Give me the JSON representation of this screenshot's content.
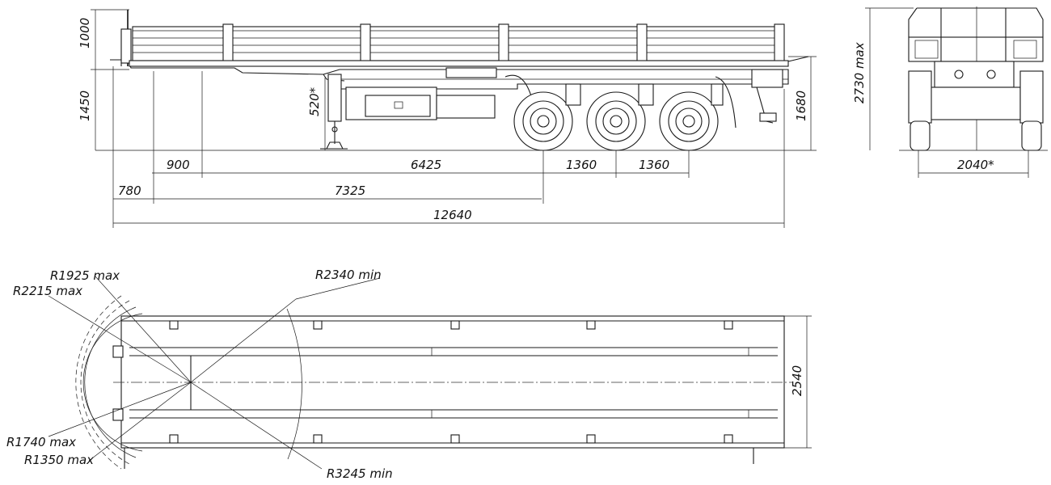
{
  "side_view": {
    "heights": {
      "side_board": "1000",
      "deck": "1450",
      "kingpin": "520*",
      "rear": "1680"
    },
    "lengths": {
      "front_overhang": "780",
      "kingpin_to_support": "900",
      "support_to_axle": "6425",
      "axle_spacing_1": "1360",
      "axle_spacing_2": "1360",
      "kingpin_to_axle": "7325",
      "overall_length": "12640"
    }
  },
  "rear_view": {
    "overall_height": "2730 max",
    "track_width": "2040*"
  },
  "top_view": {
    "width": "2540",
    "radii": {
      "r1": "R1925 max",
      "r2": "R2215 max",
      "r3": "R2340 min",
      "r4": "R1740 max",
      "r5": "R1350  max",
      "r6": "R3245 min"
    }
  }
}
